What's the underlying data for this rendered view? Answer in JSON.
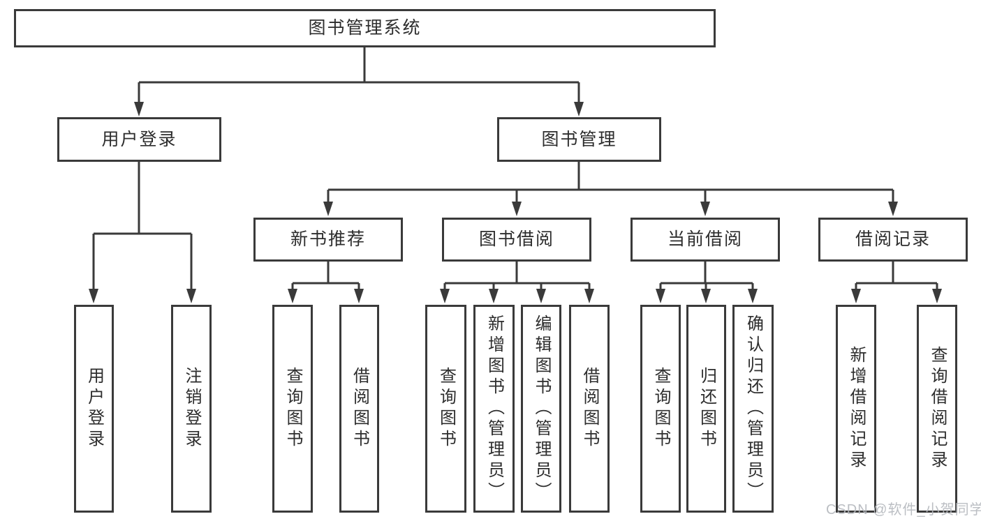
{
  "diagram": {
    "title": "图书管理系统",
    "nodes": {
      "root": "图书管理系统",
      "level2": {
        "user_login": "用户登录",
        "book_mgmt": "图书管理"
      },
      "level3": {
        "new_book_rec": "新书推荐",
        "book_borrow": "图书借阅",
        "current_borrow": "当前借阅",
        "borrow_records": "借阅记录"
      },
      "leaves": {
        "ul_login": "用户登录",
        "ul_logout": "注销登录",
        "nbr_query": "查询图书",
        "nbr_borrow": "借阅图书",
        "bb_query": "查询图书",
        "bb_add": "新增图书（管理员）",
        "bb_edit": "编辑图书（管理员）",
        "bb_borrow": "借阅图书",
        "cb_query": "查询图书",
        "cb_return": "归还图书",
        "cb_confirm": "确认归还（管理员）",
        "br_add": "新增借阅记录",
        "br_query": "查询借阅记录"
      }
    },
    "colors": {
      "line": "#3a3a3a",
      "text": "#2d2d2d",
      "background": "#ffffff",
      "watermark": "#b4b8bd"
    }
  },
  "watermark": "CSDN @软件_小贺同学"
}
